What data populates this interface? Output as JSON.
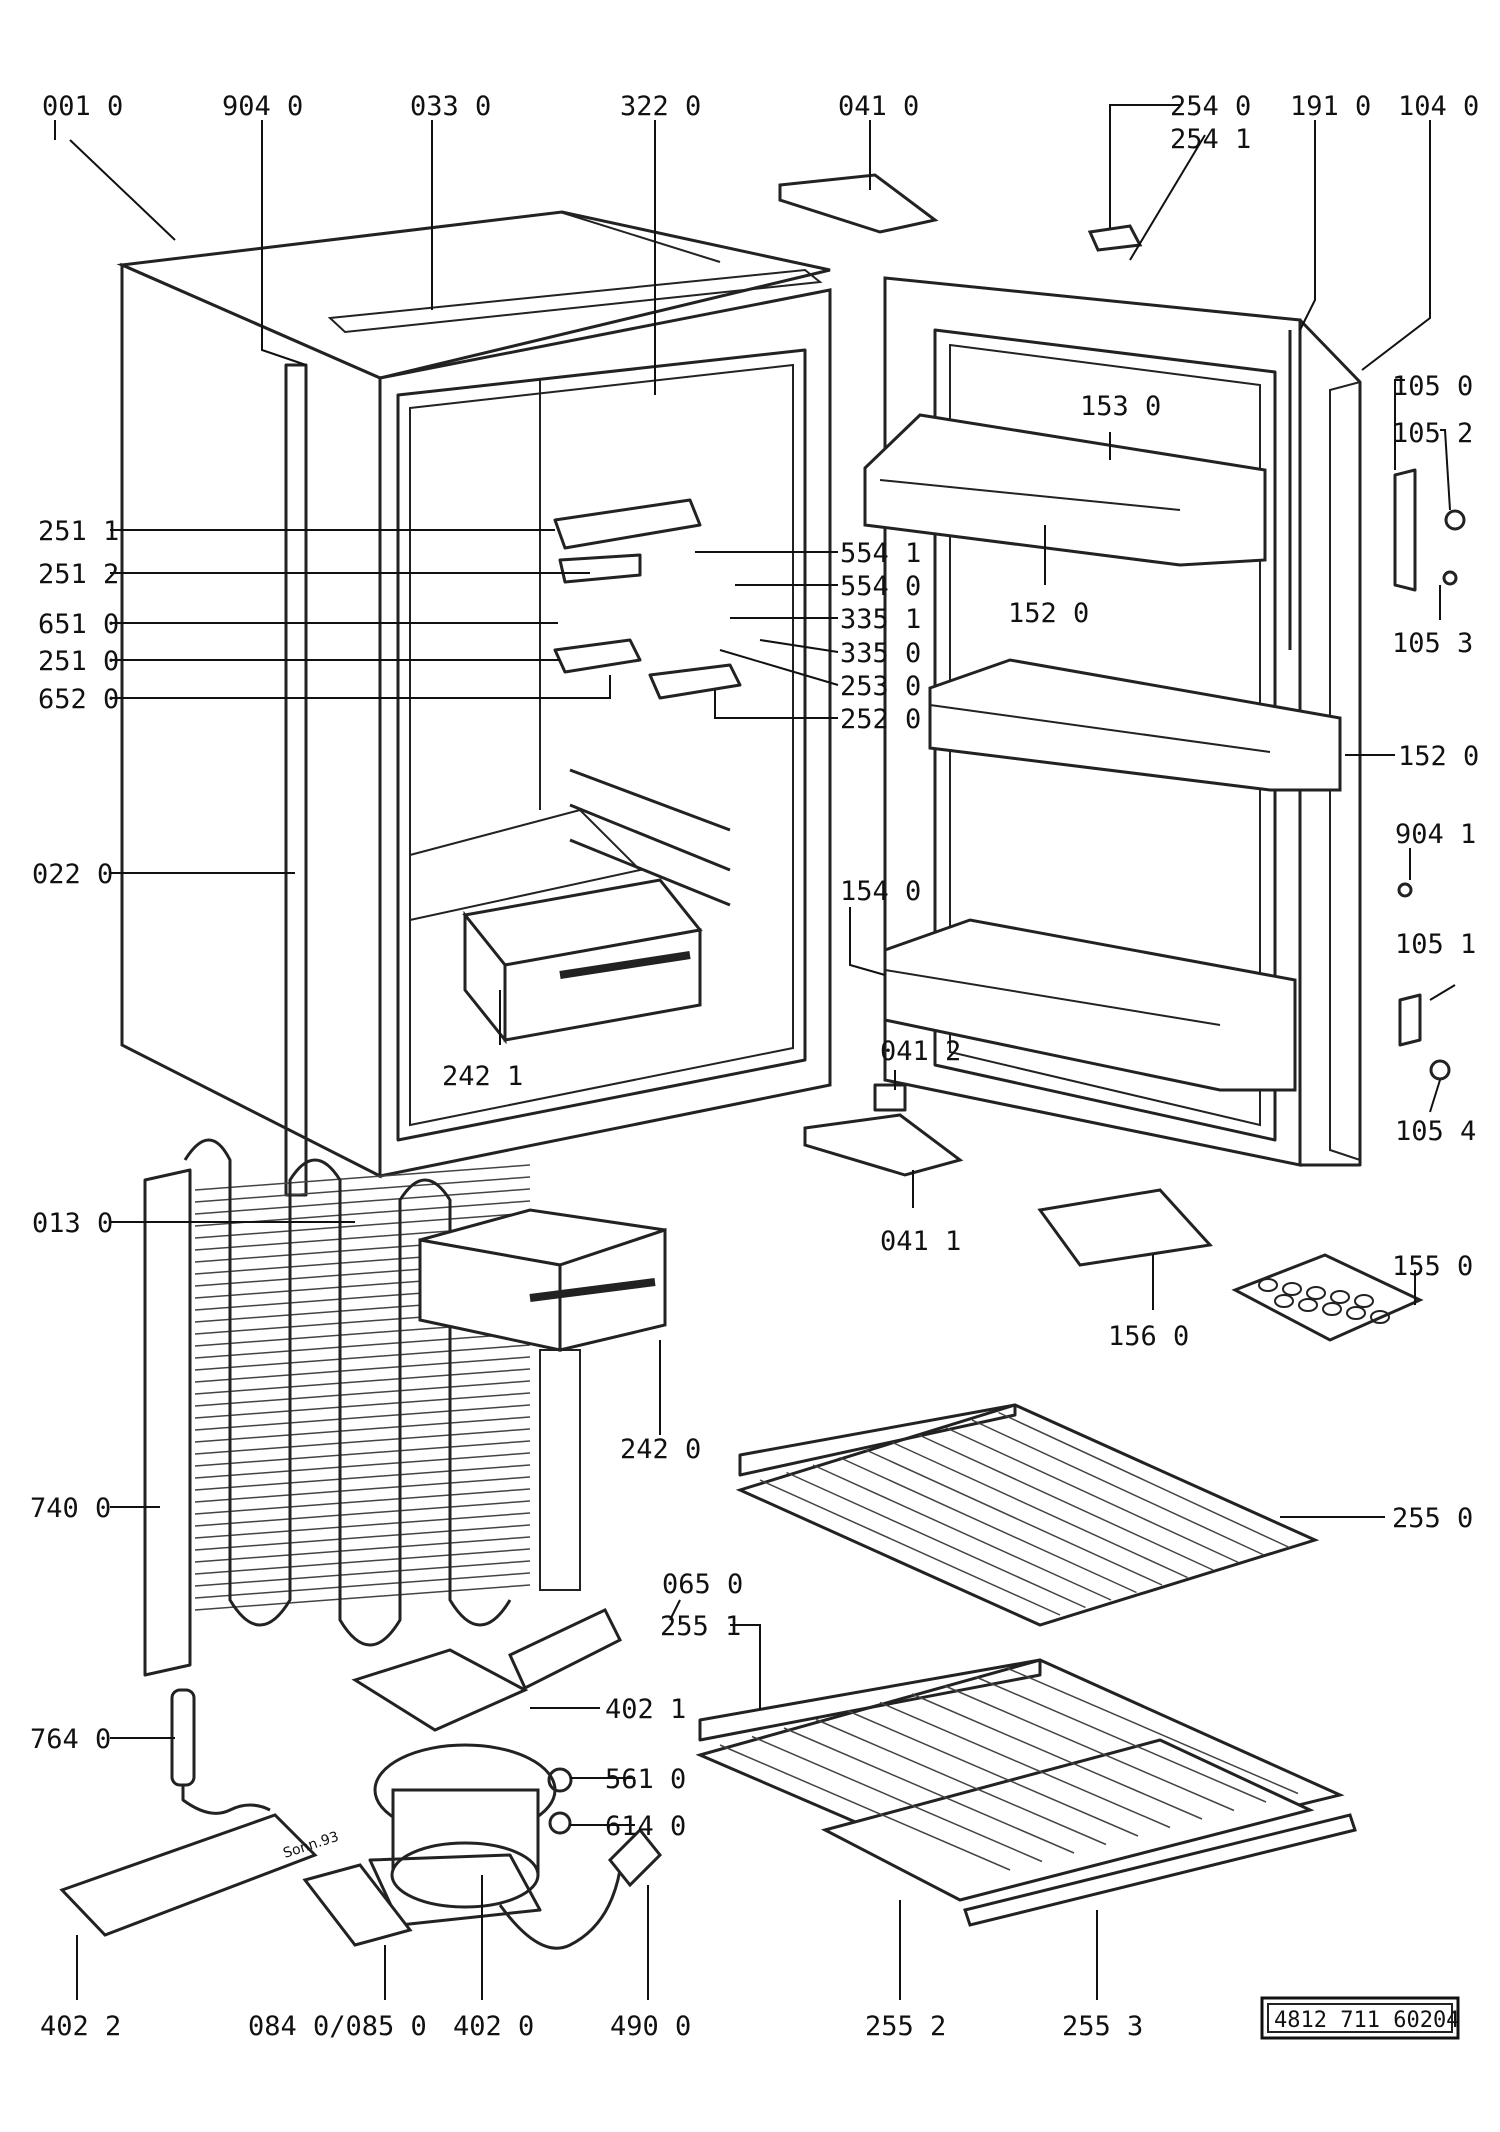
{
  "doc_number": "4812 711 60204",
  "annotation": "Sonn.93",
  "labels": {
    "p0010": "001 0",
    "p9040": "904 0",
    "p0330": "033 0",
    "p3220": "322 0",
    "p0410": "041 0",
    "p2540": "254 0",
    "p2541": "254 1",
    "p1910": "191 0",
    "p1040": "104 0",
    "p1050": "105 0",
    "p1052": "105 2",
    "p1053": "105 3",
    "p1530": "153 0",
    "p1520a": "152 0",
    "p1520b": "152 0",
    "p2511": "251 1",
    "p2512": "251 2",
    "p6510": "651 0",
    "p2510": "251 0",
    "p6520": "652 0",
    "p5541": "554 1",
    "p5540": "554 0",
    "p3351": "335 1",
    "p3350": "335 0",
    "p2530": "253 0",
    "p2520": "252 0",
    "p0220": "022 0",
    "p9041": "904 1",
    "p1540": "154 0",
    "p1051": "105 1",
    "p2421": "242 1",
    "p0412": "041 2",
    "p1054": "105 4",
    "p0411": "041 1",
    "p0130": "013 0",
    "p1560": "156 0",
    "p1550": "155 0",
    "p2420": "242 0",
    "p7400": "740 0",
    "p2550": "255 0",
    "p0650": "065 0",
    "p2551": "255 1",
    "p7640": "764 0",
    "p4021": "402 1",
    "p5610": "561 0",
    "p6140": "614 0",
    "p4022": "402 2",
    "p0840": "084 0/085 0",
    "p4020": "402 0",
    "p4900": "490 0",
    "p2552": "255 2",
    "p2553": "255 3"
  }
}
